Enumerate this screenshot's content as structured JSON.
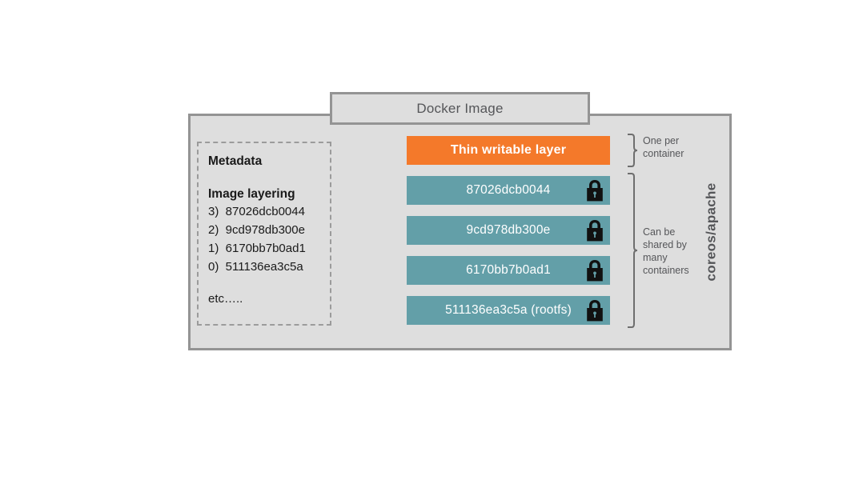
{
  "diagram": {
    "header": {
      "title": "Docker Image"
    },
    "metadata_panel": {
      "title": "Metadata",
      "section_title": "Image layering",
      "layer_entries": [
        "3)  87026dcb0044",
        "2)  9cd978db300e",
        "1)  6170bb7b0ad1",
        "0)  511136ea3c5a"
      ],
      "footer": "etc….."
    },
    "layers": [
      {
        "label": "Thin writable layer",
        "kind": "writable",
        "locked": false,
        "color": "#f4792a"
      },
      {
        "label": "87026dcb0044",
        "kind": "read-only",
        "locked": true,
        "color": "#639fa8",
        "lock_icon": "padlock-icon"
      },
      {
        "label": "9cd978db300e",
        "kind": "read-only",
        "locked": true,
        "color": "#639fa8",
        "lock_icon": "padlock-icon"
      },
      {
        "label": "6170bb7b0ad1",
        "kind": "read-only",
        "locked": true,
        "color": "#639fa8",
        "lock_icon": "padlock-icon"
      },
      {
        "label": "511136ea3c5a (rootfs)",
        "kind": "read-only",
        "locked": true,
        "color": "#639fa8",
        "lock_icon": "padlock-icon"
      }
    ],
    "annotations": {
      "one_per_container": "One per\ncontainer",
      "shared": "Can be\nshared by\nmany\ncontainers"
    },
    "repository_label": "coreos/apache",
    "colors": {
      "container_fill": "#dedede",
      "container_border": "#949494",
      "writable_layer": "#f4792a",
      "readonly_layer": "#639fa8",
      "text_gray": "#555659",
      "text_dark": "#1a1a1a",
      "dashed_border": "#9b9b9b",
      "lock": "#111111",
      "page_background": "#ffffff"
    }
  }
}
